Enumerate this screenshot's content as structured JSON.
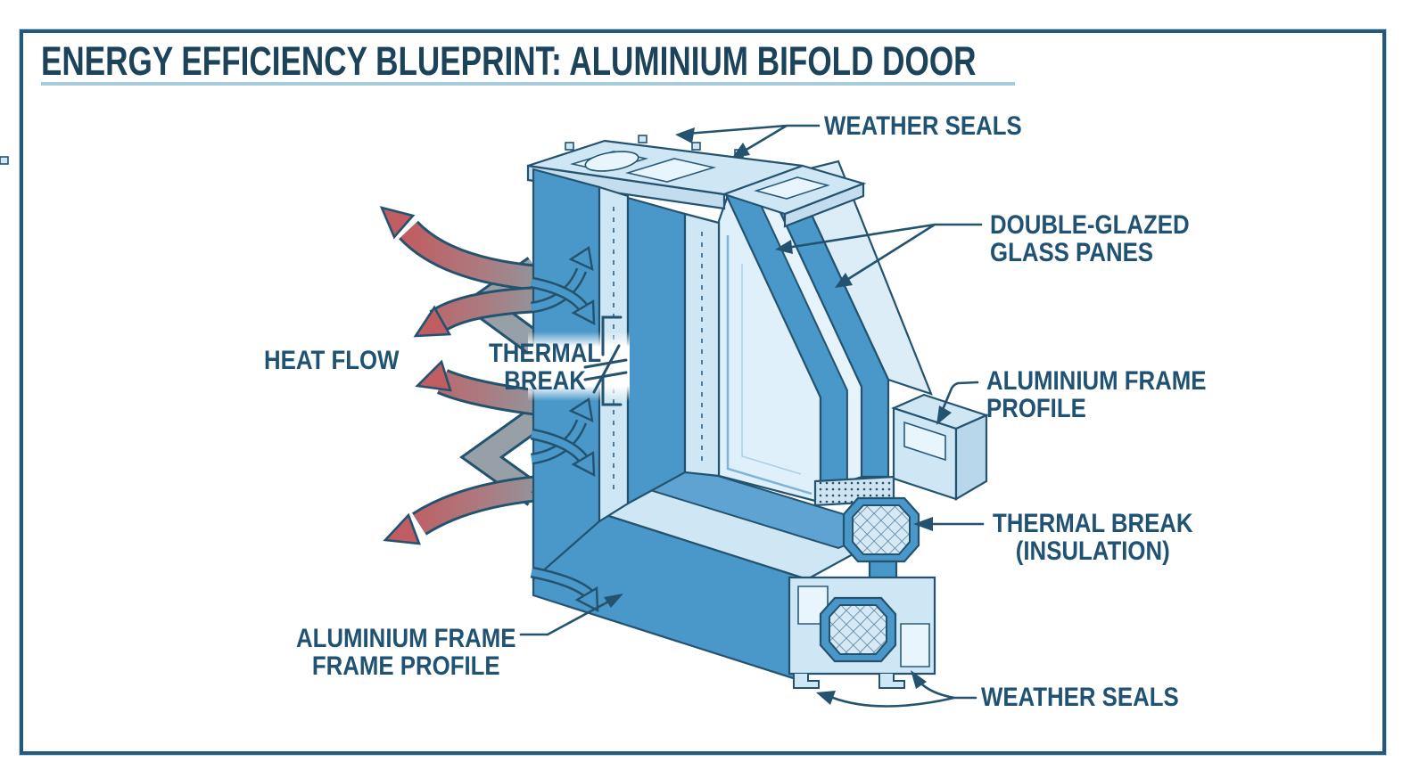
{
  "title": {
    "text": "ENERGY EFFICIENCY BLUEPRINT: ALUMINIUM BIFOLD DOOR"
  },
  "labels": {
    "weather_seals_top": "WEATHER SEALS",
    "double_glazed": {
      "line1": "DOUBLE-GLAZED",
      "line2": "GLASS PANES"
    },
    "aluminium_frame_profile": {
      "line1": "ALUMINIUM FRAME",
      "line2": "PROFILE"
    },
    "thermal_break_insulation": {
      "line1": "THERMAL BREAK",
      "line2": "(INSULATION)"
    },
    "weather_seals_bottom": "WEATHER SEALS",
    "heat_flow": "HEAT FLOW",
    "thermal_break_center": {
      "line1": "THERMAL",
      "line2": "BREAK"
    },
    "aluminium_frame_frame": {
      "line1": "ALUMINIUM FRAME",
      "line2": "FRAME PROFILE"
    }
  },
  "colors": {
    "navy": "#24536f",
    "main_blue": "#4a97c9",
    "mid_blue": "#5fa3d3",
    "light_blue": "#cfe6f4",
    "pale_blue": "#dff0fa",
    "red": "#c05d62",
    "gray": "#98a0a7",
    "label": "#1f5273",
    "title": "#1c4359",
    "underline": "#a6cbdc",
    "border": "#235a7c",
    "bg": "#ffffff"
  }
}
